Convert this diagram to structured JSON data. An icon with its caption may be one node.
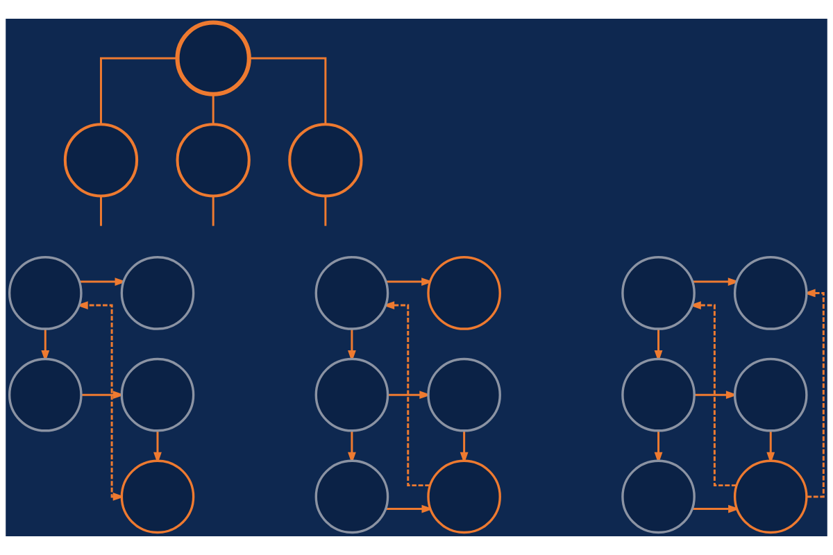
{
  "diagram": {
    "nodes": [
      {
        "text": [],
        "shape": "circle"
      },
      {
        "text": [],
        "shape": "circle"
      },
      {
        "text": [],
        "shape": "circle"
      },
      {
        "text": [],
        "shape": "circle"
      },
      {
        "text": [],
        "shape": "circle"
      },
      {
        "text": [],
        "shape": "circle"
      },
      {
        "text": [],
        "shape": "circle"
      },
      {
        "text": [],
        "shape": "circle"
      },
      {
        "text": [],
        "shape": "circle"
      },
      {
        "text": [],
        "shape": "circle"
      },
      {
        "text": [],
        "shape": "circle"
      },
      {
        "text": [],
        "shape": "circle"
      },
      {
        "text": [],
        "shape": "circle"
      },
      {
        "text": [],
        "shape": "circle"
      },
      {
        "text": [],
        "shape": "circle"
      },
      {
        "text": [],
        "shape": "circle"
      },
      {
        "text": [],
        "shape": "circle"
      },
      {
        "text": [],
        "shape": "circle"
      },
      {
        "text": [],
        "shape": "circle"
      },
      {
        "text": [],
        "shape": "circle"
      },
      {
        "text": [],
        "shape": "circle"
      }
    ],
    "edges": [
      {
        "from": 0,
        "to": 1,
        "arrow": "none"
      },
      {
        "from": 0,
        "to": 2,
        "arrow": "none"
      },
      {
        "from": 0,
        "to": 3,
        "arrow": "none"
      },
      {
        "from": 1,
        "to": null,
        "arrow": "none"
      },
      {
        "from": 2,
        "to": null,
        "arrow": "none"
      },
      {
        "from": 3,
        "to": null,
        "arrow": "none"
      },
      {
        "from": 4,
        "to": 5,
        "arrow": "to"
      },
      {
        "from": 4,
        "to": 6,
        "arrow": "to"
      },
      {
        "from": 6,
        "to": 7,
        "arrow": "to"
      },
      {
        "from": 7,
        "to": 8,
        "arrow": "to"
      },
      {
        "from": 8,
        "to": 4,
        "arrow": "both",
        "style": "dashed"
      },
      {
        "from": 9,
        "to": 10,
        "arrow": "to"
      },
      {
        "from": 9,
        "to": 11,
        "arrow": "to"
      },
      {
        "from": 11,
        "to": 12,
        "arrow": "to"
      },
      {
        "from": 11,
        "to": 13,
        "arrow": "to"
      },
      {
        "from": 12,
        "to": 14,
        "arrow": "to"
      },
      {
        "from": 13,
        "to": 14,
        "arrow": "to"
      },
      {
        "from": 14,
        "to": 9,
        "arrow": "to",
        "style": "dashed"
      },
      {
        "from": 15,
        "to": 16,
        "arrow": "to"
      },
      {
        "from": 15,
        "to": 17,
        "arrow": "to"
      },
      {
        "from": 17,
        "to": 18,
        "arrow": "to"
      },
      {
        "from": 17,
        "to": 19,
        "arrow": "to"
      },
      {
        "from": 18,
        "to": 20,
        "arrow": "to"
      },
      {
        "from": 19,
        "to": 20,
        "arrow": "to"
      },
      {
        "from": 20,
        "to": 15,
        "arrow": "to",
        "style": "dashed"
      },
      {
        "from": 20,
        "to": 16,
        "arrow": "to",
        "style": "dashed"
      }
    ]
  }
}
